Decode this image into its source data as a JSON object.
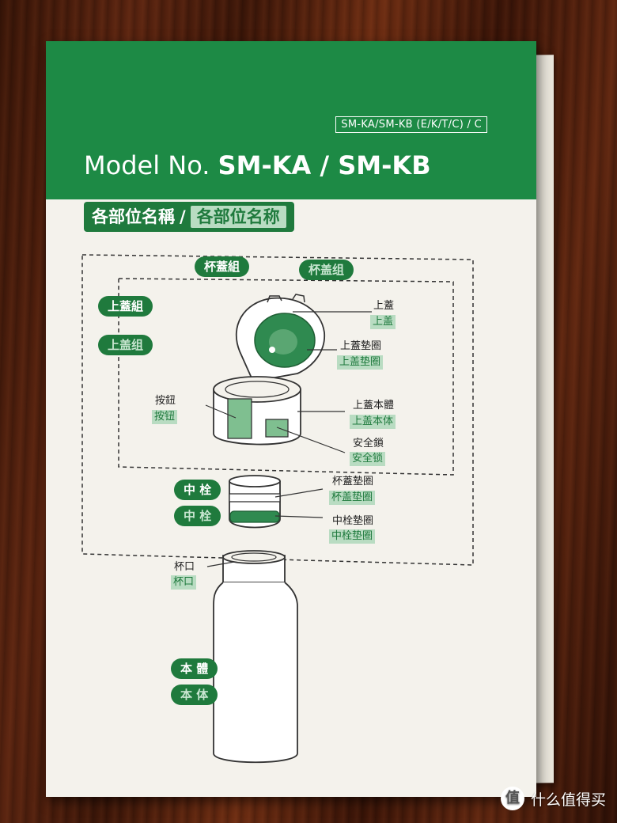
{
  "header": {
    "series": "SM-KA/SM-KB (E/K/T/C) / C",
    "model_prefix": "Model No.",
    "model_number": "SM-KA / SM-KB"
  },
  "section_title": {
    "traditional": "各部位名稱",
    "separator": "/",
    "simplified": "各部位名称"
  },
  "groups": {
    "cup_lid_trad": "杯蓋組",
    "cup_lid_simp": "杯盖组",
    "top_lid_trad": "上蓋組",
    "top_lid_simp": "上盖组",
    "stopper_trad": "中 栓",
    "stopper_simp": "中 栓",
    "body_trad": "本 體",
    "body_simp": "本 体"
  },
  "parts": {
    "lid_trad": "上蓋",
    "lid_simp": "上盖",
    "lid_gasket_trad": "上蓋墊圈",
    "lid_gasket_simp": "上盖垫圈",
    "lid_body_trad": "上蓋本體",
    "lid_body_simp": "上盖本体",
    "safety_lock_trad": "安全鎖",
    "safety_lock_simp": "安全锁",
    "button_trad": "按鈕",
    "button_simp": "按钮",
    "cup_gasket_trad": "杯蓋墊圈",
    "cup_gasket_simp": "杯盖垫圈",
    "stopper_gasket_trad": "中栓墊圈",
    "stopper_gasket_simp": "中栓垫圈",
    "mouth_trad": "杯口",
    "mouth_simp": "杯口"
  },
  "watermark": {
    "icon": "值",
    "text": "什么值得买"
  },
  "colors": {
    "brand_green": "#1d8a45",
    "dark_green": "#1f7a3d",
    "light_green": "#b9dcc2"
  }
}
